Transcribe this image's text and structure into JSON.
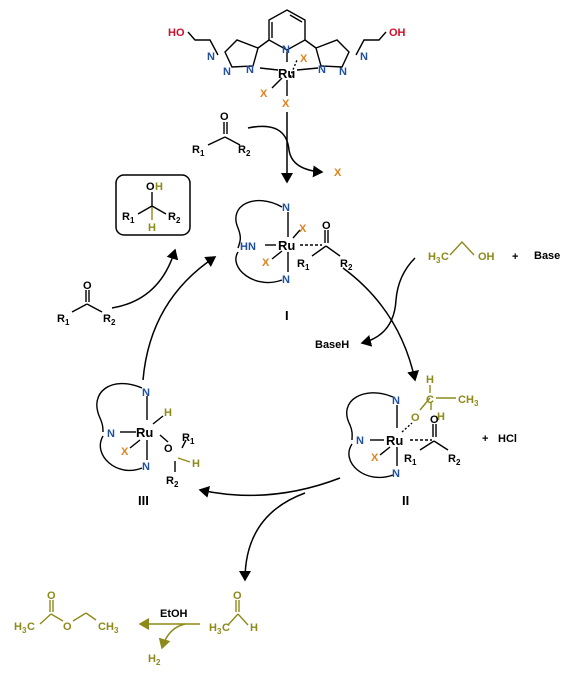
{
  "colors": {
    "nitrogen": "#1f4f9f",
    "halide": "#e0821e",
    "ethanol": "#8d8a1a",
    "hydroxyl": "#d0102a"
  },
  "precatalyst": {
    "oh_left": "HO",
    "oh_right": "OH",
    "metal": "Ru",
    "n": "N",
    "x": "X"
  },
  "ketone_in": {
    "r1": "R",
    "r1_sub": "1",
    "r2": "R",
    "r2_sub": "2",
    "o": "O"
  },
  "x_out": "X",
  "product_box": {
    "oh_o": "O",
    "oh_h": "H",
    "h": "H",
    "r1": "R",
    "r1_sub": "1",
    "r2": "R",
    "r2_sub": "2"
  },
  "ketone_left": {
    "o": "O",
    "r1": "R",
    "r1_sub": "1",
    "r2": "R",
    "r2_sub": "2"
  },
  "complex_I": {
    "label": "I",
    "hn": "HN",
    "n": "N",
    "ru": "Ru",
    "x": "X",
    "o": "O",
    "r1": "R",
    "r1_sub": "1",
    "r2": "R",
    "r2_sub": "2"
  },
  "ethanol": {
    "h3c": "H",
    "h3c_sub": "3",
    "c": "C",
    "oh": "OH",
    "plus": "+",
    "base": "Base"
  },
  "baseh": "BaseH",
  "complex_II": {
    "label": "II",
    "n": "N",
    "ru": "Ru",
    "x": "X",
    "h": "H",
    "o": "O",
    "c": "C",
    "ch3": "CH",
    "ch3_sub": "3",
    "r1": "R",
    "r1_sub": "1",
    "r2": "R",
    "r2_sub": "2",
    "plus": "+",
    "hcl": "HCl"
  },
  "complex_III": {
    "label": "III",
    "n": "N",
    "ru": "Ru",
    "x": "X",
    "h": "H",
    "o": "O",
    "r1": "R",
    "r1_sub": "1",
    "r2": "R",
    "r2_sub": "2"
  },
  "acetaldehyde": {
    "h3c": "H",
    "h3c_sub": "3",
    "c": "C",
    "o": "O",
    "h": "H"
  },
  "etoh": "EtOH",
  "h2": "H",
  "h2_sub": "2",
  "ester": {
    "h3c": "H",
    "h3c_sub": "3",
    "c": "C",
    "o_dbl": "O",
    "o": "O",
    "ch3": "CH",
    "ch3_sub": "3"
  }
}
